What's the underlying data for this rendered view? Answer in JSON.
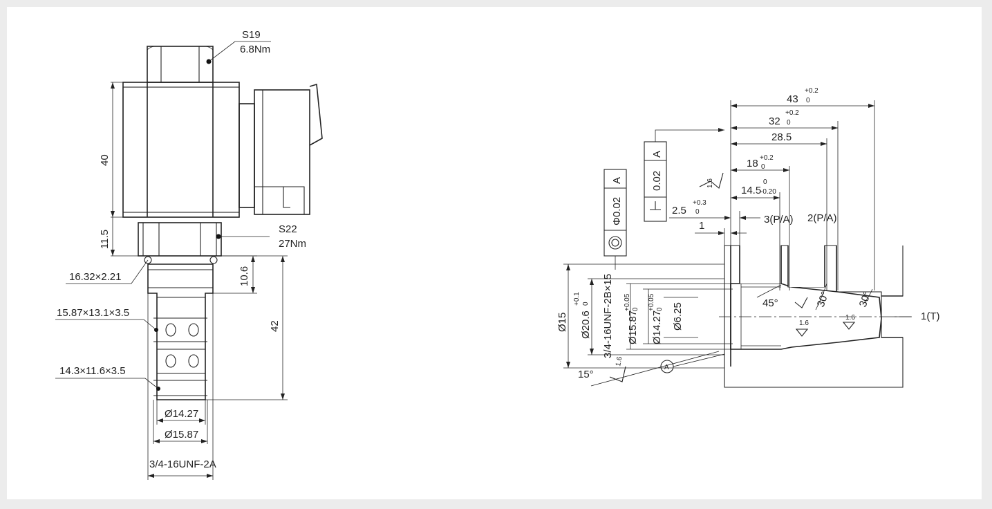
{
  "left_view": {
    "hex_top_label": "S19",
    "hex_top_torque": "6.8Nm",
    "coil_height": "40",
    "hex_height": "11.5",
    "hex_mid_label": "S22",
    "hex_mid_torque": "27Nm",
    "oring1": "16.32×2.21",
    "dim_10_6": "10.6",
    "oring2": "15.87×13.1×3.5",
    "dim_42": "42",
    "oring3": "14.3×11.6×3.5",
    "dia_14": "Ø14.27",
    "dia_15": "Ø15.87",
    "thread": "3/4-16UNF-2A"
  },
  "right_view": {
    "d43": "43",
    "d43_tol_upper": "+0.2",
    "d43_tol_lower": "0",
    "d32": "32",
    "d32_tol_upper": "+0.2",
    "d32_tol_lower": "0",
    "d28": "28.5",
    "d18": "18",
    "d18_tol_upper": "+0.2",
    "d18_tol_lower": "0",
    "d14": "14.5",
    "d14_tol_upper": "0",
    "d14_tol_lower": "-0.20",
    "d2_5": "2.5",
    "d2_5_tol_upper": "+0.3",
    "d2_5_tol_lower": "0",
    "d1": "1",
    "port3": "3(P/A)",
    "port2": "2(P/A)",
    "port1": "1(T)",
    "tol_perp_value": "0.02",
    "tol_perp_ref": "A",
    "tol_conc_value": "Φ0.02",
    "tol_conc_ref": "A",
    "rough_16": "1.6",
    "dia15": "Ø15",
    "dia20": "Ø20.6",
    "dia20_tol_upper": "+0.1",
    "dia20_tol_lower": "0",
    "thread": "3/4-16UNF-2B×15",
    "dia15_87": "Ø15.87",
    "dia15_87_tol_upper": "+0.05",
    "dia15_87_tol_lower": "0",
    "dia14_27": "Ø14.27",
    "dia14_27_tol_upper": "+0.05",
    "dia14_27_tol_lower": "0",
    "dia6_25": "Ø6.25",
    "angle45": "45°",
    "angle30a": "30°",
    "angle30b": "30°",
    "angle15": "15°",
    "datum": "A"
  }
}
